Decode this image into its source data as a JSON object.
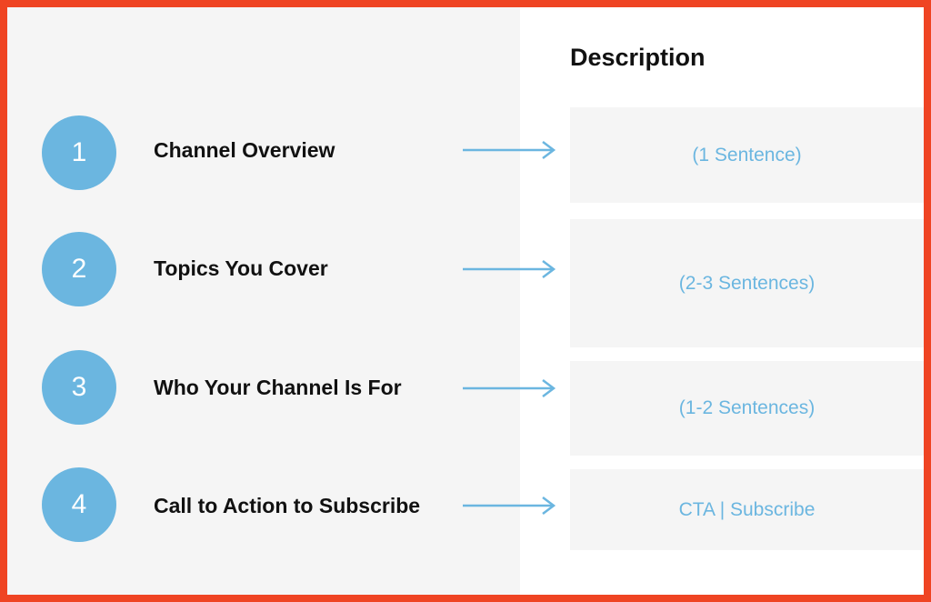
{
  "heading": "Description",
  "colors": {
    "border": "#ef4423",
    "accent": "#6bb6e0",
    "left_panel_bg": "#f5f5f5",
    "box_bg": "#f5f5f5",
    "text_dark": "#111111"
  },
  "steps": [
    {
      "number": "1",
      "label": "Channel Overview",
      "description": "(1 Sentence)"
    },
    {
      "number": "2",
      "label": "Topics You Cover",
      "description": "(2-3 Sentences)"
    },
    {
      "number": "3",
      "label": "Who Your Channel Is For",
      "description": "(1-2 Sentences)"
    },
    {
      "number": "4",
      "label": "Call to Action to Subscribe",
      "description": "CTA | Subscribe"
    }
  ]
}
